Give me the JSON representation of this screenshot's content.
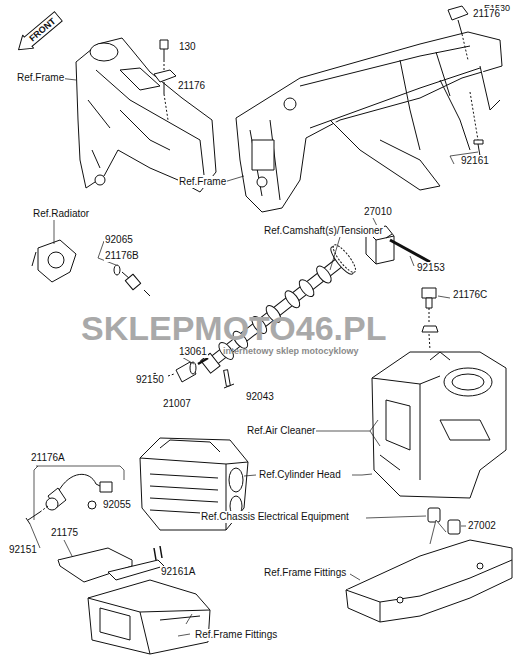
{
  "diagram": {
    "nodes": [
      {
        "text": [
          "FRONT"
        ]
      }
    ],
    "labels": [
      "E1530",
      "Ref.Frame",
      "130",
      "21176",
      "21176",
      "92161",
      "Ref.Frame",
      "27010",
      "92153",
      "Ref.Radiator",
      "92065",
      "21176B",
      "Ref.Camshaft(s)/Tensioner",
      "21176C",
      "13061",
      "92150",
      "21007",
      "92043",
      "21176A",
      "92055",
      "92151",
      "Ref.Air Cleaner",
      "Ref.Cylinder Head",
      "Ref.Chassis Electrical Equipment",
      "27002",
      "21175",
      "92161A",
      "Ref.Frame Fittings",
      "Ref.Frame Fittings",
      "SKLEPMOTO46.PL",
      "internetowy sklep motocyklowy"
    ]
  }
}
